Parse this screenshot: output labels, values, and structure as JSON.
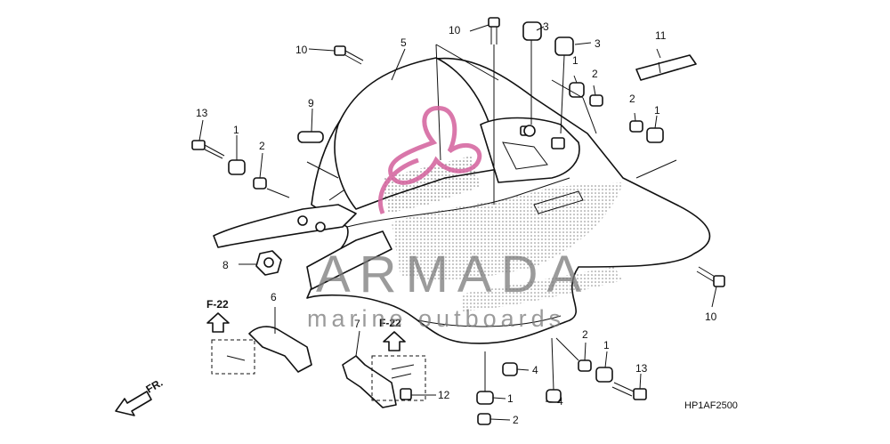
{
  "diagram": {
    "code": "HP1AF2500",
    "front_label": "FR.",
    "ref_labels": [
      "F-22",
      "F-22"
    ],
    "callouts": [
      "1",
      "1",
      "1",
      "1",
      "1",
      "2",
      "2",
      "2",
      "2",
      "2",
      "3",
      "3",
      "4",
      "4",
      "5",
      "6",
      "7",
      "8",
      "9",
      "10",
      "10",
      "10",
      "11",
      "12",
      "13",
      "13"
    ]
  },
  "watermark": {
    "title": "ARMADA",
    "subtitle": "marine outboards",
    "logo_color": "#d3609c"
  }
}
